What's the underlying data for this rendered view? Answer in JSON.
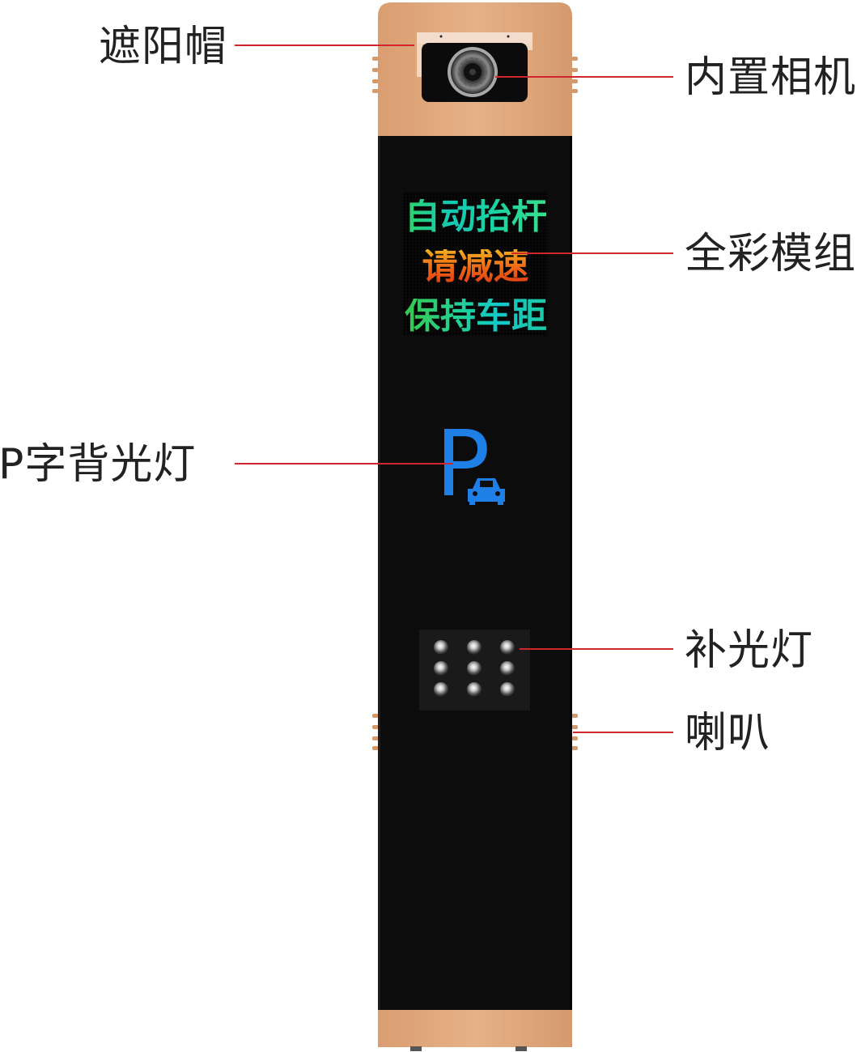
{
  "callouts": {
    "sunshade": "遮阳帽",
    "camera": "内置相机",
    "color_module": "全彩模组",
    "p_backlight": "P字背光灯",
    "fill_light": "补光灯",
    "speaker": "喇叭"
  },
  "display": {
    "line1": "自动抬杆",
    "line2": "请减速",
    "line3": "保持车距"
  },
  "p_sign": {
    "letter": "P",
    "icon": "car-icon"
  },
  "colors": {
    "body": "#0c0c0c",
    "cap": "#dfa77b",
    "leader": "#d0262e",
    "p_sign": "#1e7fe6"
  }
}
